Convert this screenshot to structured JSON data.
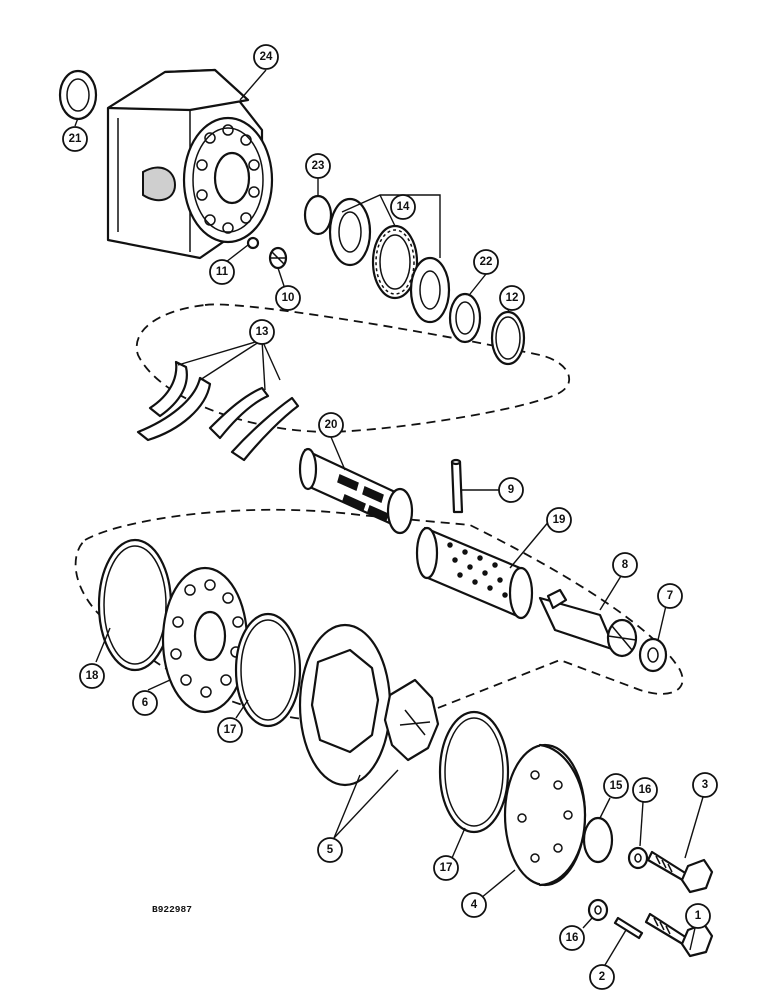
{
  "figure_code": "B922987",
  "callouts": {
    "c1": "1",
    "c2": "2",
    "c3": "3",
    "c4": "4",
    "c5": "5",
    "c6": "6",
    "c7": "7",
    "c8": "8",
    "c9": "9",
    "c10": "10",
    "c11": "11",
    "c12": "12",
    "c13": "13",
    "c14": "14",
    "c15": "15",
    "c16a": "16",
    "c16b": "16",
    "c17a": "17",
    "c17b": "17",
    "c18": "18",
    "c19": "19",
    "c20": "20",
    "c21": "21",
    "c22": "22",
    "c23": "23",
    "c24": "24"
  }
}
